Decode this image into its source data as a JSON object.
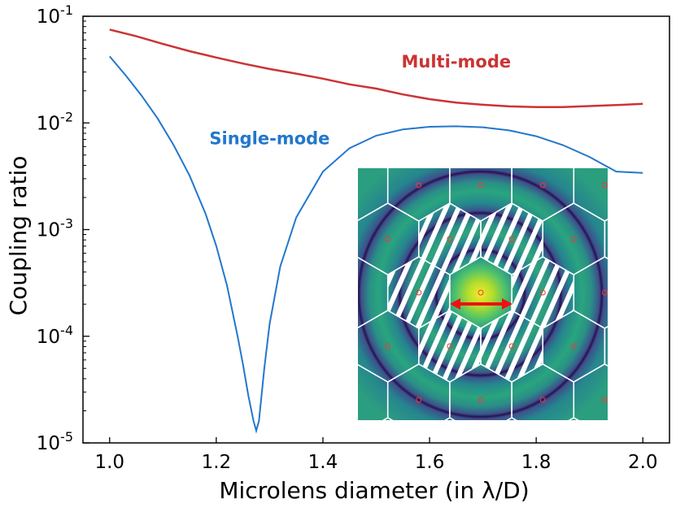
{
  "chart_data": {
    "type": "line",
    "xlabel": "Microlens diameter (in λ/D)",
    "ylabel": "Coupling ratio",
    "xlim": [
      0.95,
      2.05
    ],
    "ylim": [
      1e-05,
      0.1
    ],
    "yscale": "log",
    "grid": false,
    "x_ticks": [
      1.0,
      1.2,
      1.4,
      1.6,
      1.8,
      2.0
    ],
    "x_tick_labels": [
      "1.0",
      "1.2",
      "1.4",
      "1.6",
      "1.8",
      "2.0"
    ],
    "y_tick_labels": [
      {
        "base": "10",
        "exp": "-5"
      },
      {
        "base": "10",
        "exp": "-4"
      },
      {
        "base": "10",
        "exp": "-3"
      },
      {
        "base": "10",
        "exp": "-2"
      },
      {
        "base": "10",
        "exp": "-1"
      }
    ],
    "series": [
      {
        "name": "Multi-mode",
        "color": "#cc3333",
        "x": [
          1.0,
          1.05,
          1.1,
          1.15,
          1.2,
          1.25,
          1.3,
          1.35,
          1.4,
          1.45,
          1.5,
          1.55,
          1.6,
          1.65,
          1.7,
          1.75,
          1.8,
          1.85,
          1.9,
          1.95,
          2.0
        ],
        "y": [
          0.075,
          0.065,
          0.055,
          0.047,
          0.041,
          0.036,
          0.032,
          0.029,
          0.026,
          0.023,
          0.021,
          0.0185,
          0.0167,
          0.0155,
          0.0148,
          0.0143,
          0.0141,
          0.0141,
          0.0144,
          0.0147,
          0.0151
        ]
      },
      {
        "name": "Single-mode",
        "color": "#2277cc",
        "x": [
          1.0,
          1.03,
          1.06,
          1.09,
          1.12,
          1.15,
          1.18,
          1.2,
          1.22,
          1.24,
          1.25,
          1.26,
          1.27,
          1.275,
          1.28,
          1.29,
          1.3,
          1.32,
          1.35,
          1.4,
          1.45,
          1.5,
          1.55,
          1.6,
          1.65,
          1.7,
          1.75,
          1.8,
          1.85,
          1.9,
          1.95,
          2.0
        ],
        "y": [
          0.042,
          0.028,
          0.018,
          0.011,
          0.0062,
          0.0032,
          0.0014,
          0.0007,
          0.0003,
          0.0001,
          5.5e-05,
          2.8e-05,
          1.6e-05,
          1.3e-05,
          1.6e-05,
          5e-05,
          0.00013,
          0.00045,
          0.0013,
          0.0035,
          0.0058,
          0.0076,
          0.0087,
          0.0092,
          0.0093,
          0.0091,
          0.0085,
          0.0075,
          0.0062,
          0.0048,
          0.0035,
          0.0034
        ]
      }
    ],
    "annotations": [
      {
        "text": "Multi-mode",
        "color": "#cc3333",
        "x": 1.65,
        "y": 0.033
      },
      {
        "text": "Single-mode",
        "color": "#2277cc",
        "x": 1.3,
        "y": 0.0063
      }
    ],
    "inset": {
      "description_color_low": "#3a0a4a",
      "description_color_high": "#f6ec28",
      "hexagon_edge_color": "#ffffff",
      "marker_color": "#ff3333",
      "arrow_color": "#ee1111"
    }
  }
}
